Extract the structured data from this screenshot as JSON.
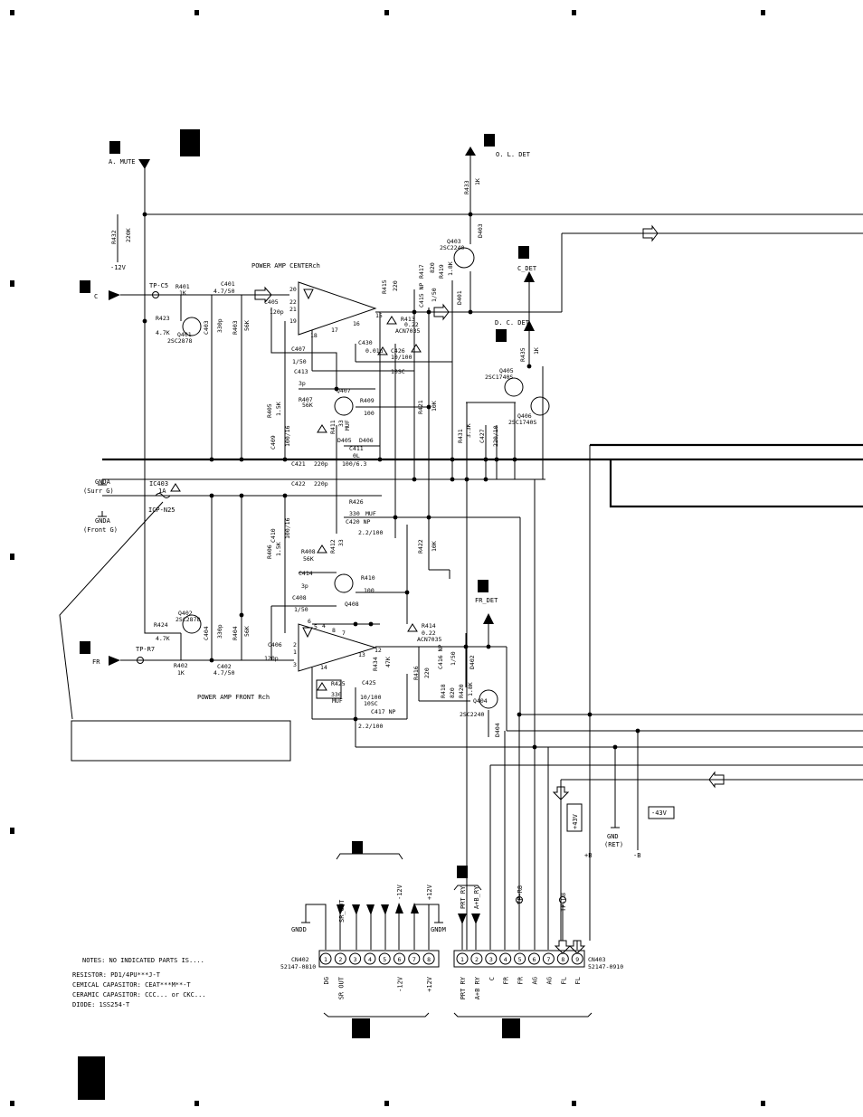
{
  "colors": {
    "ink": "#000000",
    "paper": "#ffffff"
  },
  "labels": {
    "a_mute": "A. MUTE",
    "ol_det": "O. L. DET",
    "minus12v": "-12V",
    "c_in": "C",
    "fr_in": "FR",
    "tp_c5": "TP-C5",
    "tp_r7": "TP-R7",
    "c_det": "C_DET",
    "dc_det": "D. C. DET",
    "fr_det": "FR_DET",
    "amp_center": "POWER AMP CENTERch",
    "amp_front": "POWER AMP FRONT Rch",
    "gnda": "GNDA",
    "gnda2": "GNDA",
    "surr_g": "(Surr G)",
    "front_g": "(Front G)",
    "icp_n25": "ICP-N25",
    "ic403": "IC403",
    "ic403_val": "1A",
    "plus43v": "+43V",
    "minus43v": "-43V",
    "gnd_ret": "GND",
    "ret": "(RET)",
    "plus_b": "+B",
    "minus_b": "-B",
    "gndd": "GNDD",
    "gndm": "GNDM"
  },
  "components": {
    "R433": "R433",
    "R433v": "1K",
    "R432": "R432",
    "R432v": "220K",
    "Q403": "Q403",
    "Q403t": "2SC2240",
    "D403": "D403",
    "R415": "R415",
    "R415v": "220",
    "R417": "R417",
    "R417v": "820",
    "R419": "R419",
    "R419v": "1.8K",
    "C415": "C415 NP",
    "C415v": "1/50",
    "D401": "D401",
    "R413": "R413",
    "R413v": "0.22",
    "ACN1": "ACN7035",
    "R401": "R401",
    "R401v": "1K",
    "C401": "C401",
    "C401v": "4.7/50",
    "C405": "C405",
    "C405v": "120p",
    "R423": "R423",
    "R423v": "4.7K",
    "Q401": "Q401",
    "Q401t": "2SC2878",
    "C403": "C403",
    "C403v": "330p",
    "R403": "R403",
    "R403v": "56K",
    "C407": "C407",
    "C407v": "1/50",
    "C413": "C413",
    "C413v": "3p",
    "C430": "C430",
    "C430v": "0.01u",
    "C426": "C426",
    "C426v": "10/100",
    "C426t": "10SC",
    "R405": "R405",
    "R405v": "1.5K",
    "R407": "R407",
    "R407v": "56K",
    "Q407": "Q407",
    "R409": "R409",
    "R409v": "100",
    "R421": "R421",
    "R421v": "10K",
    "C409": "C409",
    "C409v": "100/16",
    "R411": "R411",
    "R411v": "33",
    "MUF1": "MUF",
    "D405": "D405",
    "D406": "D406",
    "C411": "C411",
    "C411v": "0L",
    "C421": "C421",
    "C421v": "220p",
    "C423v": "100/6.3",
    "C422": "C422",
    "C422v": "220p",
    "R431": "R431",
    "R431v": "3.3K",
    "C427": "C427",
    "C427v": "220/10",
    "Q405": "Q405",
    "Q405t": "2SC1740S",
    "Q406": "Q406",
    "Q406t": "2SC1740S",
    "R435": "R435",
    "R435v": "1K",
    "R426": "R426",
    "R426v": "330",
    "MUF2": "MUF",
    "C420": "C420 NP",
    "C420v": "2.2/100",
    "C410": "C410",
    "C410v": "100/16",
    "R406": "R406",
    "R406v": "1.5K",
    "R408": "R408",
    "R408v": "56K",
    "R412": "R412",
    "R412v": "33",
    "C414": "C414",
    "C414v": "3p",
    "R410": "R410",
    "R410v": "100",
    "Q408": "Q408",
    "C408": "C408",
    "C408v": "1/50",
    "R422": "R422",
    "R422v": "10K",
    "Q402": "Q402",
    "Q402t": "2SC2878",
    "R424": "R424",
    "R424v": "4.7K",
    "C404": "C404",
    "C404v": "330p",
    "R404": "R404",
    "R404v": "56K",
    "C406": "C406",
    "C406v": "120p",
    "R402": "R402",
    "R402v": "1K",
    "C402": "C402",
    "C402v": "4.7/50",
    "R414": "R414",
    "R414v": "0.22",
    "ACN2": "ACN7035",
    "R434": "R434",
    "R434v": "47K",
    "R416": "R416",
    "R416v": "220",
    "C416": "C416 NP",
    "C416v": "1/50",
    "R418": "R418",
    "R418v": "820",
    "R420": "R420",
    "R420v": "1.8K",
    "D402": "D402",
    "Q404": "Q404",
    "Q404t": "2SC2240",
    "D404": "D404",
    "R425": "R425",
    "R425v": "330",
    "MUF3": "MUF",
    "C425": "C425",
    "C425v": "10/100",
    "C425t": "10SC",
    "C417": "C417 NP",
    "C417v": "2.2/100"
  },
  "notes": {
    "title": "NOTES:  NO INDICATED PARTS IS....",
    "lines": [
      "RESISTOR: PD1/4PU***J-T",
      "CEMICAL CAPASITOR: CEAT***M**-T",
      "CERAMIC CAPASITOR: CCC... or CKC...",
      "DIODE: 1SS254-T"
    ]
  },
  "cn402": {
    "name": "CN402",
    "part": "52147-0810",
    "pins": [
      "1",
      "2",
      "3",
      "4",
      "5",
      "6",
      "7",
      "8"
    ],
    "bottom": [
      "DG",
      "SR OUT",
      "",
      "",
      "",
      "-12V",
      "",
      "+12V"
    ],
    "top": [
      "SR_OUT",
      "-12V",
      "+12V"
    ]
  },
  "cn403": {
    "name": "CN403",
    "part": "52147-0910",
    "pins": [
      "1",
      "2",
      "3",
      "4",
      "5",
      "6",
      "7",
      "8",
      "9"
    ],
    "bottom": [
      "PRT RY",
      "A+B RY",
      "C",
      "FR",
      "FR",
      "AG",
      "AG",
      "FL",
      "FL"
    ],
    "top": [
      "PRT_RY",
      "A+B_RY",
      "TP-R8",
      "TP-L8"
    ]
  },
  "pins_ic": {
    "upper": [
      "20",
      "22",
      "21",
      "19",
      "18",
      "17",
      "16",
      "15"
    ],
    "lower": [
      "6",
      "5",
      "4",
      "8",
      "7",
      "2",
      "1",
      "3",
      "13",
      "12",
      "14"
    ]
  }
}
